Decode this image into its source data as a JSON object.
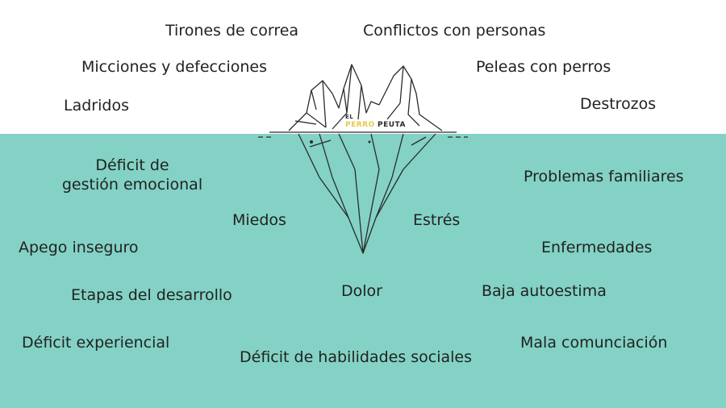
{
  "colors": {
    "water": "#83d2c5",
    "text": "#222222",
    "logo_yellow": "#e8c84a"
  },
  "logo": {
    "top": "EL",
    "word1": "PERRO",
    "word2": "PEUTA"
  },
  "above": [
    "Tirones de correa",
    "Conflictos con personas",
    "Micciones y defecciones",
    "Peleas con perros",
    "Ladridos",
    "Destrozos"
  ],
  "below": [
    [
      "Déficit de",
      "gestión emocional"
    ],
    "Problemas familiares",
    "Miedos",
    "Estrés",
    "Apego inseguro",
    "Enfermedades",
    "Etapas del desarrollo",
    "Dolor",
    "Baja autoestima",
    "Déficit experiencial",
    "Mala comunciación",
    "Déficit de habilidades sociales"
  ]
}
